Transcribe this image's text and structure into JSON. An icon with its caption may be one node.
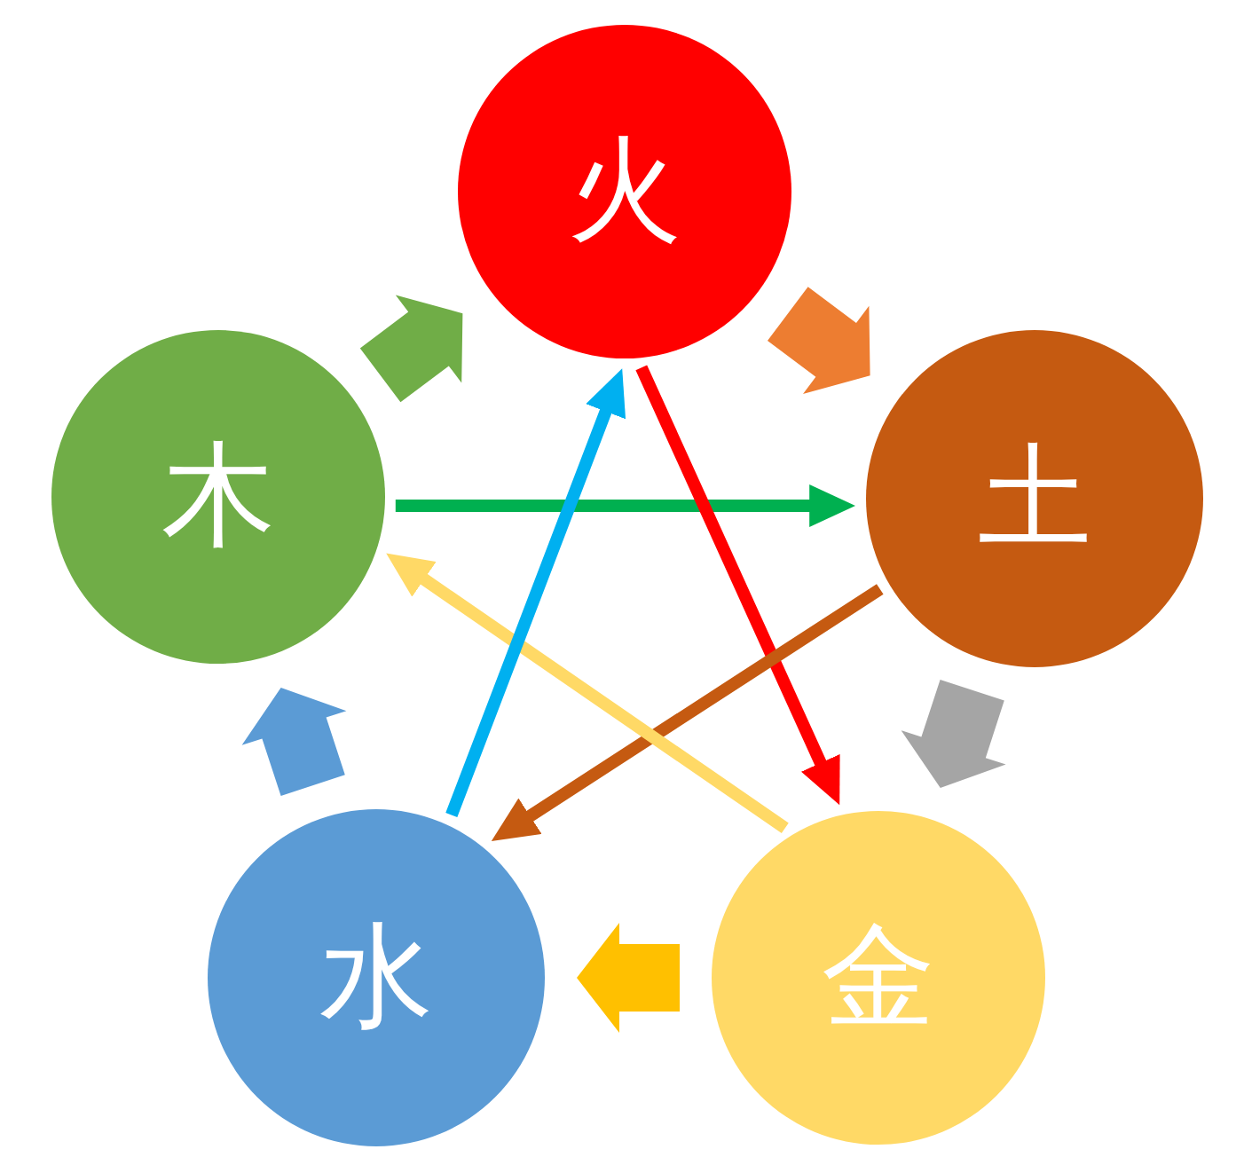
{
  "diagram": {
    "nodes": [
      {
        "text": [
          "火"
        ]
      },
      {
        "text": [
          "木"
        ]
      },
      {
        "text": [
          "土"
        ]
      },
      {
        "text": [
          "水"
        ]
      },
      {
        "text": [
          "金"
        ]
      }
    ],
    "edges": [
      {
        "from": 1,
        "to": 0,
        "arrow": "to",
        "style": "thick",
        "color": "#70ad47"
      },
      {
        "from": 0,
        "to": 2,
        "arrow": "to",
        "style": "thick",
        "color": "#ed7d31"
      },
      {
        "from": 2,
        "to": 4,
        "arrow": "to",
        "style": "thick",
        "color": "#a5a5a5"
      },
      {
        "from": 4,
        "to": 3,
        "arrow": "to",
        "style": "thick",
        "color": "#ffc000"
      },
      {
        "from": 3,
        "to": 1,
        "arrow": "to",
        "style": "thick",
        "color": "#5b9bd5"
      },
      {
        "from": 1,
        "to": 2,
        "arrow": "to",
        "color": "#00b050"
      },
      {
        "from": 0,
        "to": 4,
        "arrow": "to",
        "color": "#ff0000"
      },
      {
        "from": 2,
        "to": 3,
        "arrow": "to",
        "color": "#c55a11"
      },
      {
        "from": 4,
        "to": 1,
        "arrow": "to",
        "color": "#ffd966"
      },
      {
        "from": 3,
        "to": 0,
        "arrow": "to",
        "color": "#00b0f0"
      }
    ]
  }
}
